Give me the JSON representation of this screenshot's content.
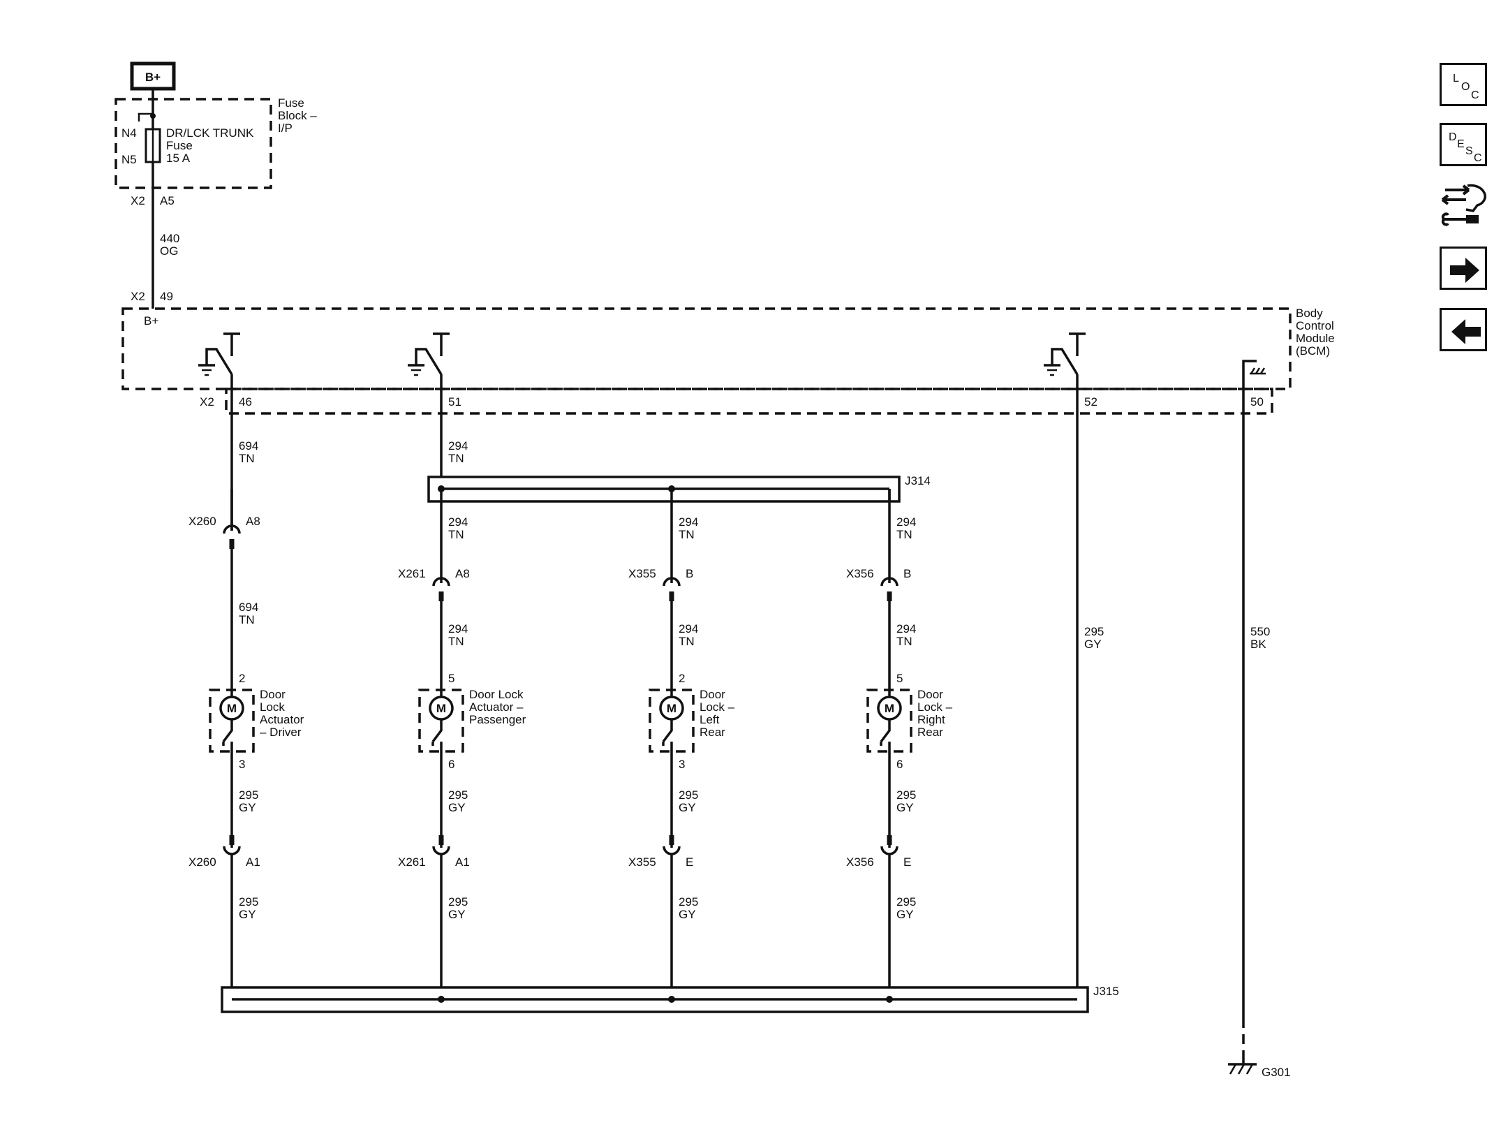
{
  "power": {
    "source": "B+"
  },
  "fuse_block": {
    "name_lines": [
      "Fuse",
      "Block –",
      "I/P"
    ],
    "fuse_lines": [
      "DR/LCK TRUNK",
      "Fuse",
      "15 A"
    ],
    "pin_top": "N4",
    "pin_bottom": "N5",
    "out_connector": "X2",
    "out_pin": "A5"
  },
  "feed_wire": {
    "circuit": "440",
    "color": "OG"
  },
  "bcm": {
    "name_lines": [
      "Body",
      "Control",
      "Module",
      "(BCM)"
    ],
    "in_connector": "X2",
    "in_pin": "49",
    "in_label": "B+",
    "out_connector": "X2",
    "pins": [
      "46",
      "51",
      "52",
      "50"
    ]
  },
  "splices": {
    "upper": "J314",
    "lower": "J315"
  },
  "branches": [
    {
      "upper_wire": {
        "circuit": "694",
        "color": "TN"
      },
      "connector_top": {
        "name": "X260",
        "pin": "A8"
      },
      "mid_wire": {
        "circuit": "694",
        "color": "TN"
      },
      "actuator_pin_top": "2",
      "actuator_label_lines": [
        "Door",
        "Lock",
        "Actuator",
        "– Driver"
      ],
      "actuator_pin_bottom": "3",
      "lower_wire1": {
        "circuit": "295",
        "color": "GY"
      },
      "connector_bottom": {
        "name": "X260",
        "pin": "A1"
      },
      "lower_wire2": {
        "circuit": "295",
        "color": "GY"
      }
    },
    {
      "upper_wire": {
        "circuit": "294",
        "color": "TN"
      },
      "splice_wire": {
        "circuit": "294",
        "color": "TN"
      },
      "connector_top": {
        "name": "X261",
        "pin": "A8"
      },
      "mid_wire": {
        "circuit": "294",
        "color": "TN"
      },
      "actuator_pin_top": "5",
      "actuator_label_lines": [
        "Door Lock",
        "Actuator –",
        "Passenger"
      ],
      "actuator_pin_bottom": "6",
      "lower_wire1": {
        "circuit": "295",
        "color": "GY"
      },
      "connector_bottom": {
        "name": "X261",
        "pin": "A1"
      },
      "lower_wire2": {
        "circuit": "295",
        "color": "GY"
      }
    },
    {
      "splice_wire": {
        "circuit": "294",
        "color": "TN"
      },
      "connector_top": {
        "name": "X355",
        "pin": "B"
      },
      "mid_wire": {
        "circuit": "294",
        "color": "TN"
      },
      "actuator_pin_top": "2",
      "actuator_label_lines": [
        "Door",
        "Lock –",
        "Left",
        "Rear"
      ],
      "actuator_pin_bottom": "3",
      "lower_wire1": {
        "circuit": "295",
        "color": "GY"
      },
      "connector_bottom": {
        "name": "X355",
        "pin": "E"
      },
      "lower_wire2": {
        "circuit": "295",
        "color": "GY"
      }
    },
    {
      "splice_wire": {
        "circuit": "294",
        "color": "TN"
      },
      "connector_top": {
        "name": "X356",
        "pin": "B"
      },
      "mid_wire": {
        "circuit": "294",
        "color": "TN"
      },
      "actuator_pin_top": "5",
      "actuator_label_lines": [
        "Door",
        "Lock –",
        "Right",
        "Rear"
      ],
      "actuator_pin_bottom": "6",
      "lower_wire1": {
        "circuit": "295",
        "color": "GY"
      },
      "connector_bottom": {
        "name": "X356",
        "pin": "E"
      },
      "lower_wire2": {
        "circuit": "295",
        "color": "GY"
      }
    }
  ],
  "return_wire": {
    "circuit": "295",
    "color": "GY"
  },
  "ground_wire": {
    "circuit": "550",
    "color": "BK"
  },
  "ground": {
    "name": "G301"
  },
  "motor_symbol": "M",
  "nav": {
    "loc": [
      "L",
      "O",
      "C"
    ],
    "desc": [
      "D",
      "E",
      "S",
      "C"
    ]
  }
}
